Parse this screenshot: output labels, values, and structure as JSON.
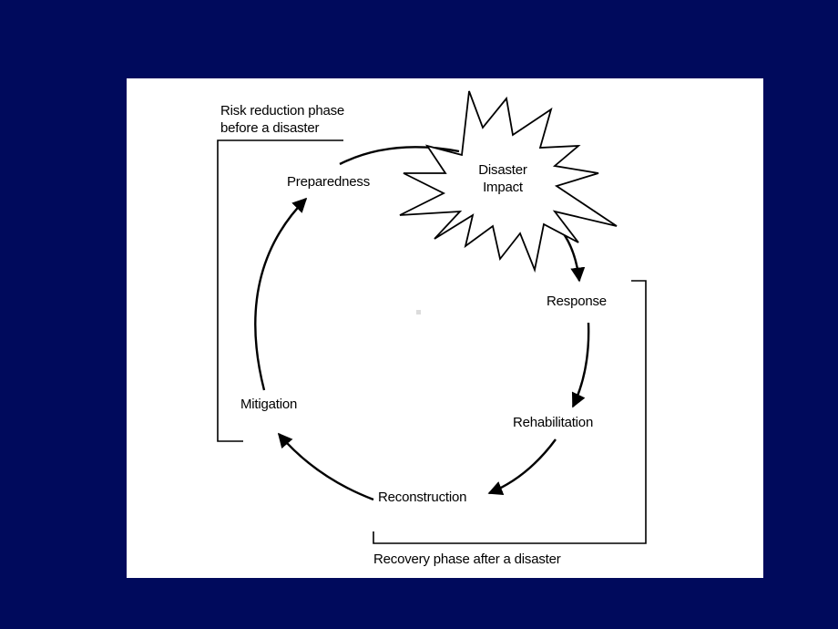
{
  "diagram": {
    "risk_phase_line1": "Risk reduction phase",
    "risk_phase_line2": "before a disaster",
    "recovery_phase": "Recovery phase after a disaster",
    "impact_line1": "Disaster",
    "impact_line2": "Impact",
    "stages": {
      "preparedness": "Preparedness",
      "response": "Response",
      "rehabilitation": "Rehabilitation",
      "reconstruction": "Reconstruction",
      "mitigation": "Mitigation"
    }
  },
  "colors": {
    "background": "#000a5c",
    "panel": "#ffffff",
    "ink": "#000000"
  }
}
